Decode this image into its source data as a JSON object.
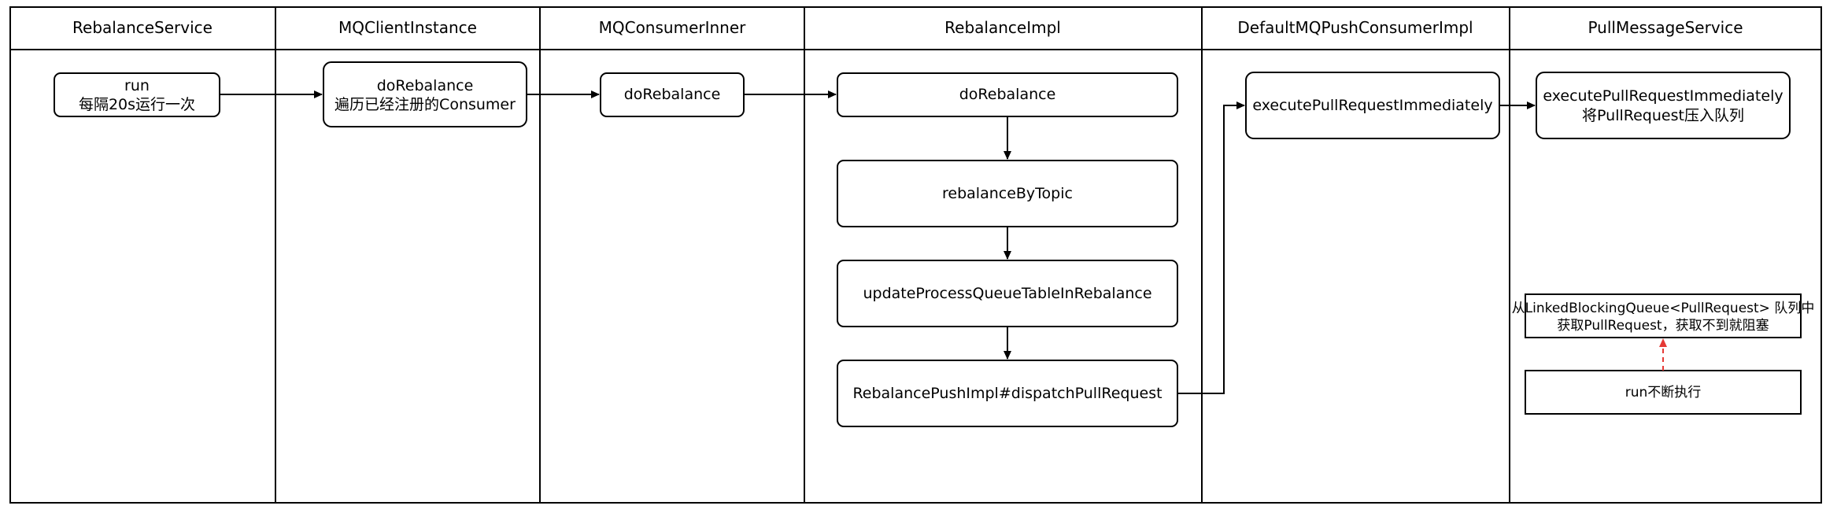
{
  "lanes": [
    {
      "title": "RebalanceService"
    },
    {
      "title": "MQClientInstance"
    },
    {
      "title": "MQConsumerInner"
    },
    {
      "title": "RebalanceImpl"
    },
    {
      "title": "DefaultMQPushConsumerImpl"
    },
    {
      "title": "PullMessageService"
    }
  ],
  "nodes": {
    "run": {
      "line1": "run",
      "line2": "每隔20s运行一次"
    },
    "client_do_rebalance": {
      "line1": "doRebalance",
      "line2": "遍历已经注册的Consumer"
    },
    "consumer_do_rebalance": {
      "line1": "doRebalance"
    },
    "impl_do_rebalance": {
      "line1": "doRebalance"
    },
    "rebalance_by_topic": {
      "line1": "rebalanceByTopic"
    },
    "update_pq_table": {
      "line1": "updateProcessQueueTableInRebalance"
    },
    "dispatch_pull_request": {
      "line1": "RebalancePushImpl#dispatchPullRequest"
    },
    "execute_pull_consumer": {
      "line1": "executePullRequestImmediately"
    },
    "execute_pull_service": {
      "line1": "executePullRequestImmediately",
      "line2": "将PullRequest压入队列"
    },
    "take_from_queue": {
      "line1": "从LinkedBlockingQueue<PullRequest> 队列中",
      "line2": "获取PullRequest，获取不到就阻塞"
    },
    "run_loop": {
      "line1": "run不断执行"
    }
  },
  "colors": {
    "line": "#000000",
    "dashed_arrow": "#e53935"
  }
}
